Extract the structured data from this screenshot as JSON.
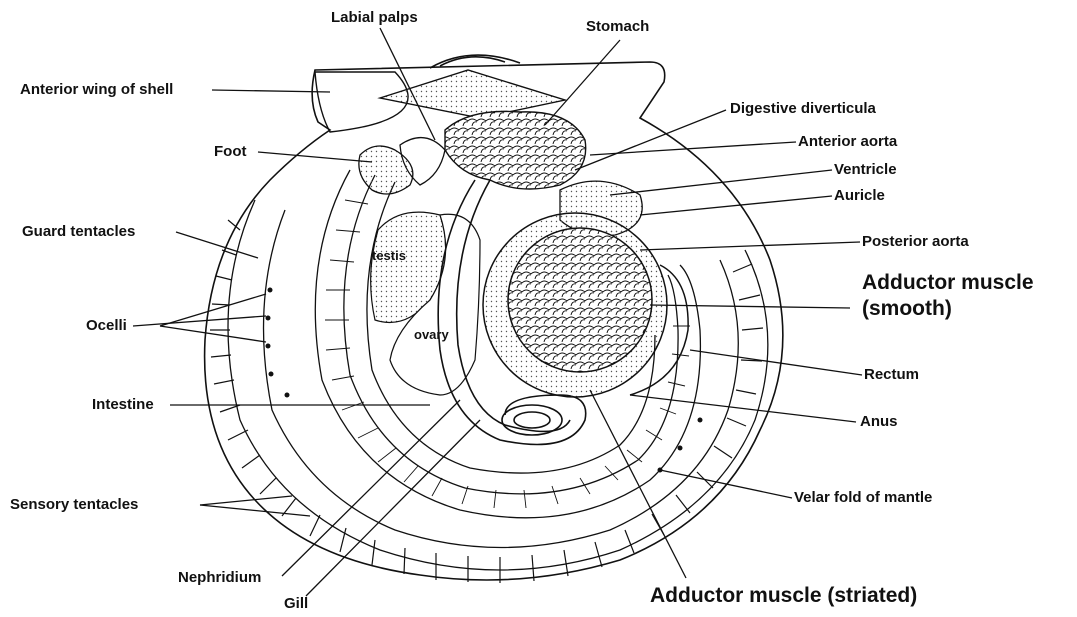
{
  "colors": {
    "ink": "#111111",
    "paper": "#ffffff",
    "stipple": "#555555"
  },
  "labels": {
    "labial_palps": "Labial palps",
    "stomach": "Stomach",
    "anterior_wing": "Anterior wing of shell",
    "digestive_diverticula": "Digestive diverticula",
    "foot": "Foot",
    "anterior_aorta": "Anterior aorta",
    "ventricle": "Ventricle",
    "auricle": "Auricle",
    "guard_tentacles": "Guard tentacles",
    "posterior_aorta": "Posterior aorta",
    "adductor_smooth_line1": "Adductor muscle",
    "adductor_smooth_line2": "(smooth)",
    "ocelli": "Ocelli",
    "rectum": "Rectum",
    "intestine": "Intestine",
    "anus": "Anus",
    "sensory_tentacles": "Sensory tentacles",
    "velar_fold": "Velar fold of mantle",
    "nephridium": "Nephridium",
    "gill": "Gill",
    "adductor_striated": "Adductor muscle (striated)",
    "testis": "testis",
    "ovary": "ovary"
  }
}
